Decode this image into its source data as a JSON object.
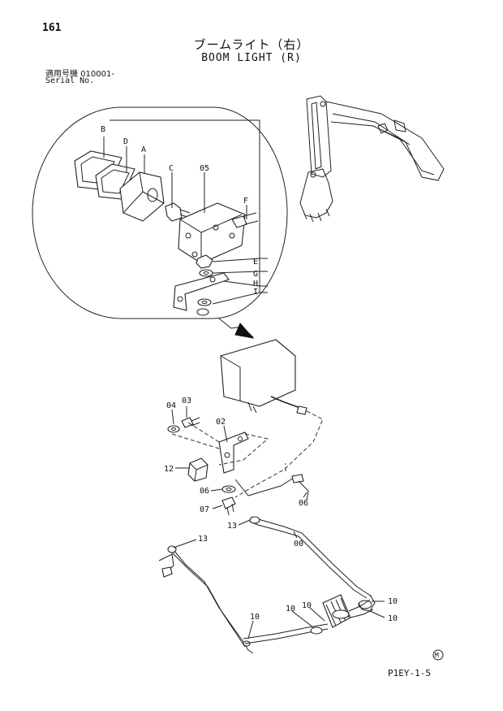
{
  "header": {
    "page_number": "161",
    "title_jp": "ブームライト（右）",
    "title_en": "BOOM LIGHT (R)",
    "serial_label_jp": "適用号機 010001-",
    "serial_label_en": "Serial No."
  },
  "callouts": {
    "B": "B",
    "D": "D",
    "A": "A",
    "C": "C",
    "F": "F",
    "E": "E",
    "G": "G",
    "H": "H",
    "I": "I",
    "p05": "05",
    "p04": "04",
    "p03": "03",
    "p02": "02",
    "p12": "12",
    "p06_washer": "06",
    "p07": "07",
    "p06_cable": "06",
    "p00": "00",
    "p13_upper": "13",
    "p13_lower": "13",
    "p10_a": "10",
    "p10_b": "10",
    "p10_c": "10",
    "p10_d": "10",
    "p10_e": "10"
  },
  "footer": {
    "code": "P1EY-1-5",
    "mark": "M"
  }
}
